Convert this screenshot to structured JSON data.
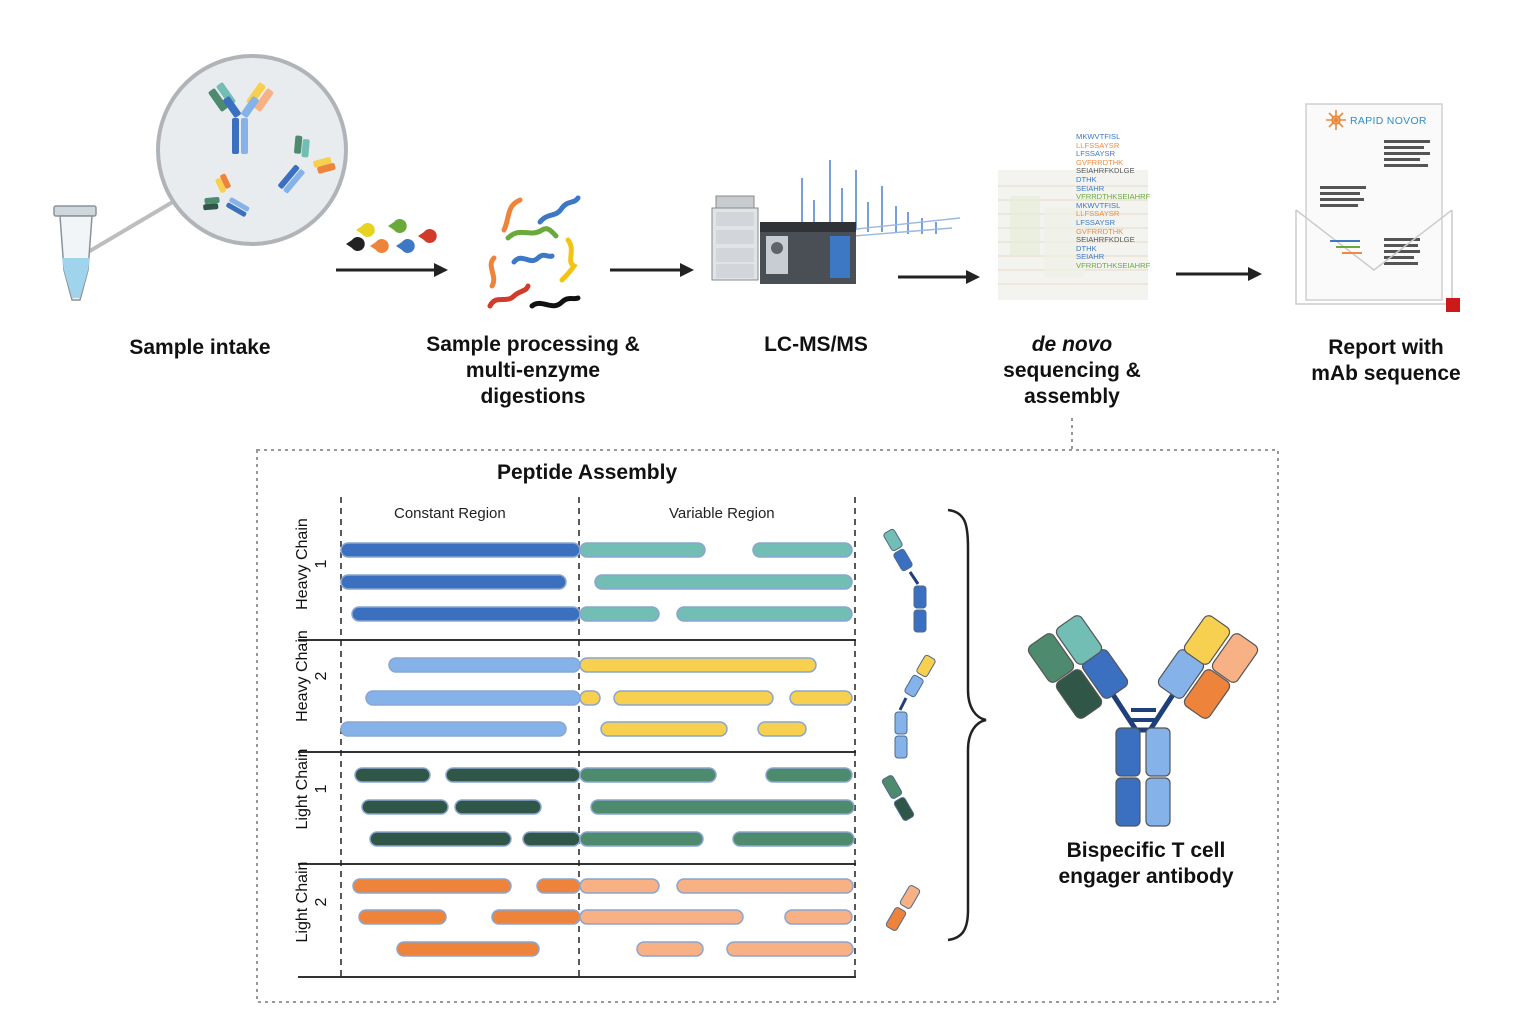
{
  "steps": [
    {
      "label_lines": [
        "Sample intake"
      ]
    },
    {
      "label_lines": [
        "Sample processing &",
        "multi-enzyme",
        "digestions"
      ]
    },
    {
      "label_lines": [
        "LC-MS/MS"
      ]
    },
    {
      "label_lines_italic": "de novo",
      "label_lines": [
        "sequencing &",
        "assembly"
      ]
    },
    {
      "label_lines": [
        "Report with",
        "mAb sequence"
      ]
    }
  ],
  "report": {
    "brand": "RAPID NOVOR"
  },
  "sequence_list": [
    "MKWVTFISL",
    "LLFSSAYSR",
    "LFSSAYSR",
    "GVFRRDTHK",
    "SEIAHRFKDLGE",
    "DTHK",
    "SEIAHR",
    "VFRRDTHKSEIAHRF",
    "MKWVTFISL",
    "LLFSSAYSR",
    "LFSSAYSR",
    "GVFRRDTHK",
    "SEIAHRFKDLGE",
    "DTHK",
    "SEIAHR",
    "VFRRDTHKSEIAHRF"
  ],
  "assembly": {
    "title": "Peptide Assembly",
    "constant_region": "Constant Region",
    "variable_region": "Variable Region",
    "chains": [
      {
        "line1": "Heavy Chain",
        "line2": "1"
      },
      {
        "line1": "Heavy Chain",
        "line2": "2"
      },
      {
        "line1": "Light  Chain",
        "line2": "1"
      },
      {
        "line1": "Light  Chain",
        "line2": "2"
      }
    ],
    "result_lines": [
      "Bispecific T cell",
      "engager antibody"
    ]
  },
  "colors": {
    "hc1_constant": "#3b6fbf",
    "hc1_variable": "#72bdb4",
    "hc2_constant": "#86b2ea",
    "hc2_variable": "#f7d04f",
    "lc1_constant": "#2f5646",
    "lc1_variable": "#4e8a6e",
    "lc2_constant": "#ee843c",
    "lc2_variable": "#f7b184",
    "seq_blue": "#3c78c4",
    "seq_orange": "#f08a3c",
    "seq_green": "#6aaa3a",
    "seq_gray": "#555555"
  }
}
